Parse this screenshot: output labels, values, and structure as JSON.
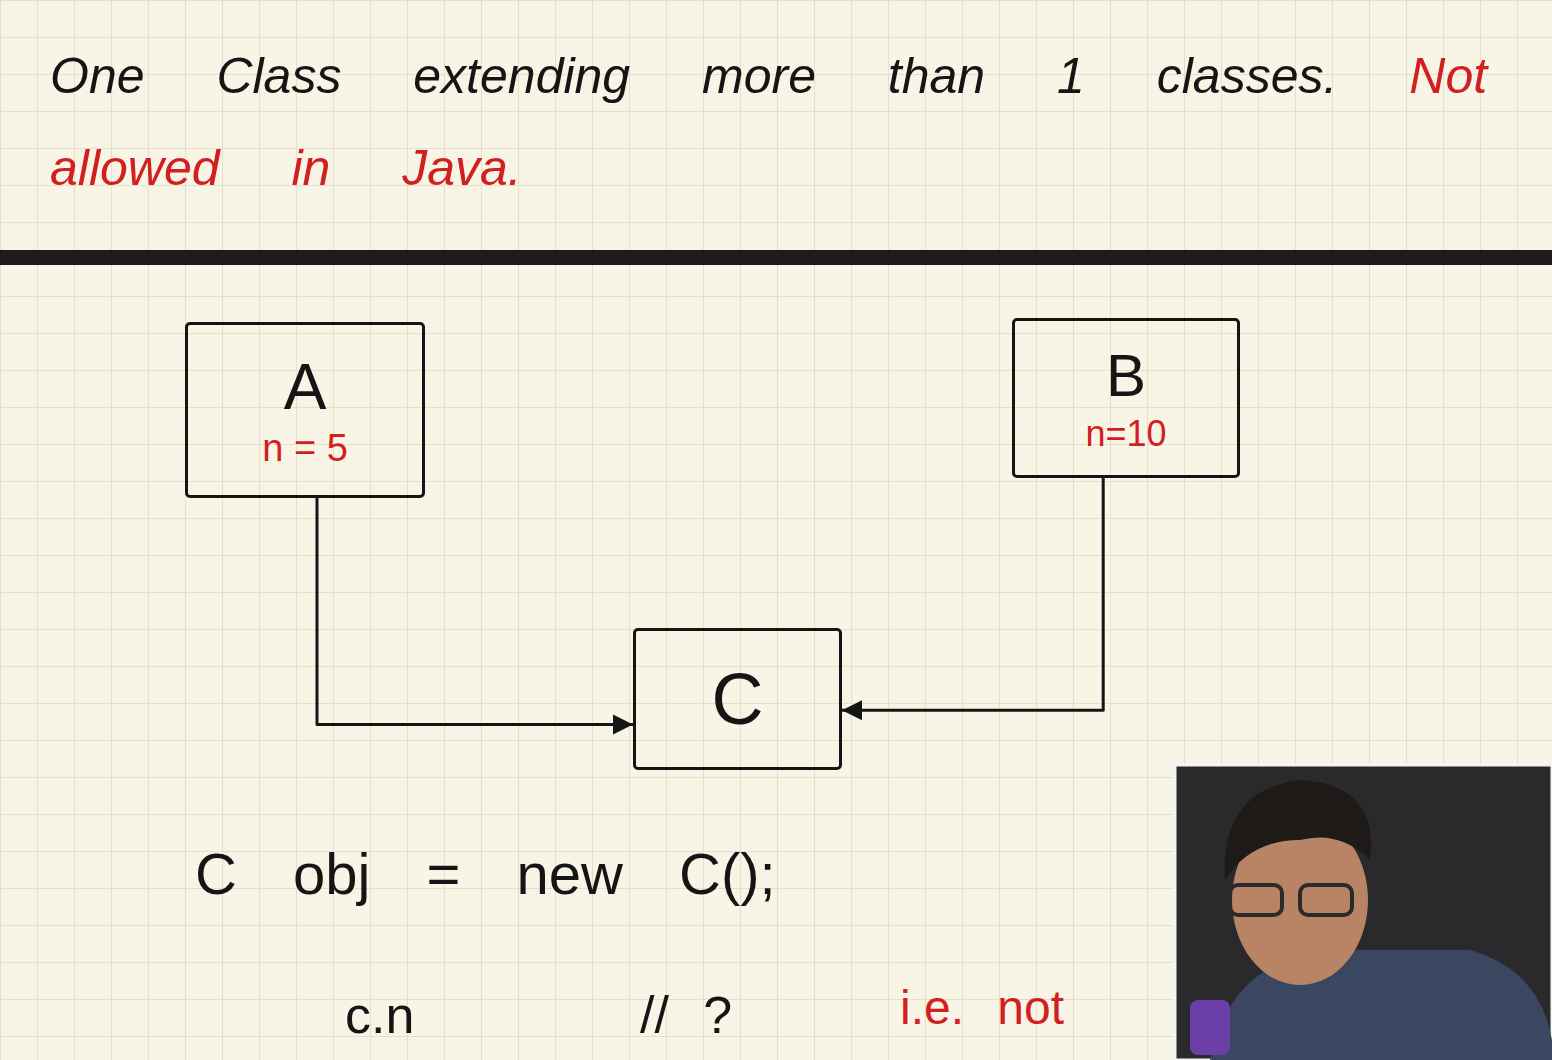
{
  "diagram": {
    "nodes": [
      {
        "text": [
          "A",
          "n = 5"
        ]
      },
      {
        "text": [
          "B",
          "n=10"
        ]
      },
      {
        "text": [
          "C"
        ]
      }
    ],
    "edges": [
      {
        "from": 0,
        "to": 2,
        "arrow": "to"
      },
      {
        "from": 1,
        "to": 2,
        "arrow": "to"
      }
    ],
    "labels": [
      "One Class extending more than 1 classes.",
      "Not allowed in Java.",
      "C obj = new C();",
      "c.n",
      "// ?",
      "i.e. not"
    ]
  }
}
